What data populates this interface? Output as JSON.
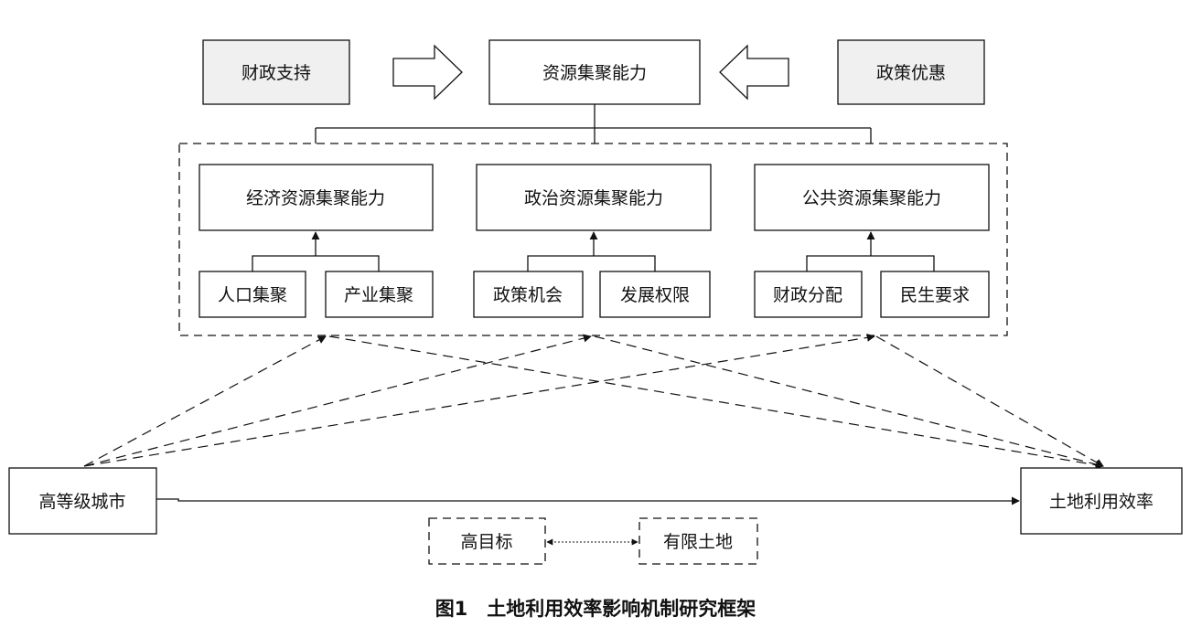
{
  "top": {
    "left": "财政支持",
    "center": "资源集聚能力",
    "right": "政策优惠"
  },
  "groups": [
    {
      "title": "经济资源集聚能力",
      "factors": [
        "人口集聚",
        "产业集聚"
      ]
    },
    {
      "title": "政治资源集聚能力",
      "factors": [
        "政策机会",
        "发展权限"
      ]
    },
    {
      "title": "公共资源集聚能力",
      "factors": [
        "财政分配",
        "民生要求"
      ]
    }
  ],
  "bottom": {
    "left": "高等级城市",
    "right": "土地利用效率",
    "tension_left": "高目标",
    "tension_right": "有限土地"
  },
  "caption": "图1　土地利用效率影响机制研究框架",
  "colors": {
    "line": "#111111",
    "fill_gray": "#f0f0f0"
  }
}
